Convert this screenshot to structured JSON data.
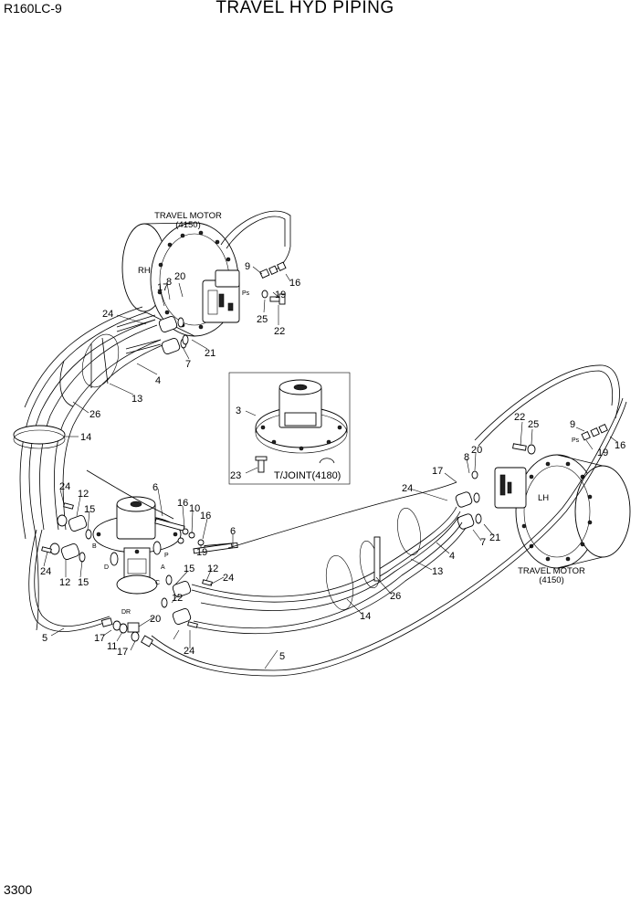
{
  "header": {
    "model": "R160LC-9",
    "title": "TRAVEL HYD PIPING"
  },
  "footer": {
    "page_number": "3300"
  },
  "components": {
    "motor_rh": {
      "title": "TRAVEL MOTOR",
      "code": "(4150)",
      "side": "RH"
    },
    "motor_lh": {
      "title": "TRAVEL MOTOR",
      "code": "(4150)",
      "side": "LH"
    },
    "swivel_joint": "T/JOINT(4180)"
  },
  "port_labels": [
    "Ps",
    "Ps",
    "A",
    "B",
    "C",
    "D",
    "P",
    "DR"
  ],
  "callouts": [
    "9",
    "16",
    "20",
    "8",
    "17",
    "19",
    "25",
    "22",
    "21",
    "7",
    "24",
    "4",
    "13",
    "26",
    "14",
    "3",
    "23",
    "22",
    "25",
    "9",
    "16",
    "19",
    "20",
    "8",
    "17",
    "24",
    "21",
    "7",
    "4",
    "13",
    "26",
    "14",
    "6",
    "16",
    "10",
    "16",
    "19",
    "6",
    "24",
    "12",
    "15",
    "24",
    "12",
    "15",
    "15",
    "12",
    "24",
    "20",
    "12",
    "24",
    "5",
    "17",
    "11",
    "17",
    "5"
  ]
}
